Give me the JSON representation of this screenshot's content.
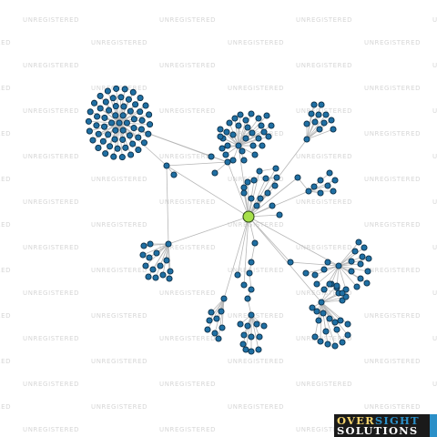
{
  "watermark": {
    "text": "UNREGISTERED"
  },
  "logo": {
    "line1_a": "OVER",
    "line1_b": "SIGHT",
    "line2": "SOLUTIONS"
  },
  "colors": {
    "node": "#1f6fa3",
    "hub": "#a6e04a",
    "edge": "#b7b7b7",
    "watermark": "#d6d6d6"
  }
}
